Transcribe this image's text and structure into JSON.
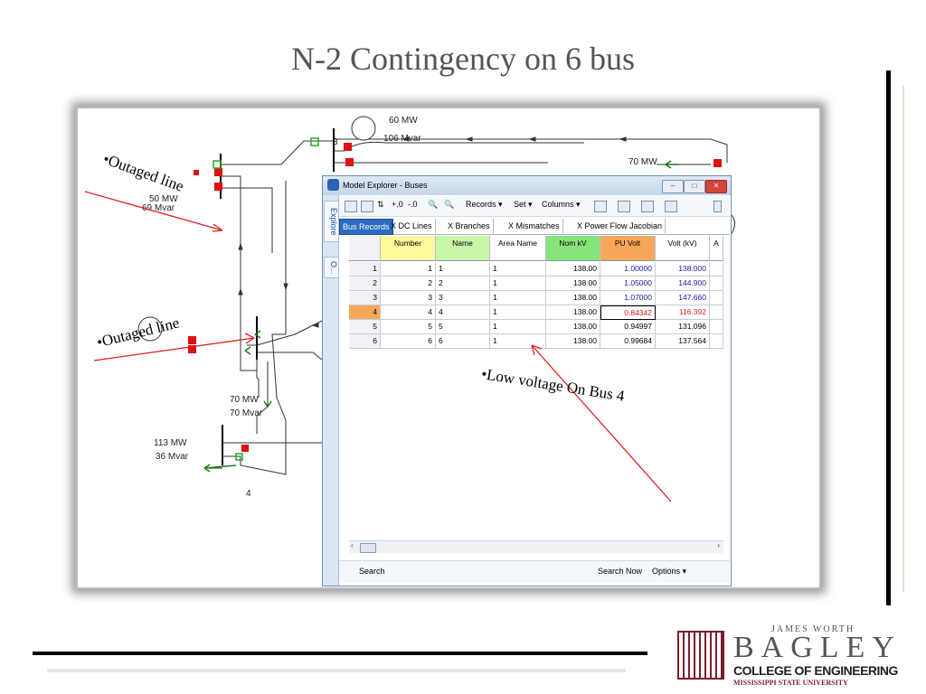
{
  "slide": {
    "title": "N-2 Contingency on 6 bus"
  },
  "annotations": {
    "outaged_line_1": "•Outaged line",
    "outaged_line_2": "•Outaged line",
    "low_voltage": "•Low voltage On Bus 4"
  },
  "diagram": {
    "gen_top_mw": "60 MW",
    "gen_top_mvar": "106 Mvar",
    "bus3_label": "3",
    "load_right_mw": "70 MW",
    "load_left_mw": "50 MW",
    "load_left_mvar": "69 Mvar",
    "load_mid_mw": "70 MW",
    "load_mid_mvar": "70 Mvar",
    "load_bottom_mw": "113 MW",
    "load_bottom_mvar": "36 Mvar",
    "bus4_label": "4"
  },
  "window": {
    "title": "Model Explorer - Buses",
    "side_tab_explore": "Explore",
    "side_tab_other": "O...",
    "toolbar": {
      "records": "Records ▾",
      "set": "Set ▾",
      "columns": "Columns ▾"
    },
    "tabs": [
      "Bus Records",
      "X  DC Lines",
      "X  Branches",
      "X  Mismatches",
      "X  Power Flow Jacobian"
    ],
    "search_label": "Search",
    "search_now": "Search Now",
    "options": "Options ▾"
  },
  "table": {
    "columns": [
      "Number",
      "Name",
      "Area Name",
      "Nom kV",
      "PU Volt",
      "Volt (kV)",
      "A"
    ],
    "rows": [
      {
        "row": "1",
        "number": "1",
        "name": "1",
        "area": "1",
        "nomkv": "138.00",
        "puvolt": "1.00000",
        "voltkv": "138.000"
      },
      {
        "row": "2",
        "number": "2",
        "name": "2",
        "area": "1",
        "nomkv": "138.00",
        "puvolt": "1.05000",
        "voltkv": "144.900"
      },
      {
        "row": "3",
        "number": "3",
        "name": "3",
        "area": "1",
        "nomkv": "138.00",
        "puvolt": "1.07000",
        "voltkv": "147.660"
      },
      {
        "row": "4",
        "number": "4",
        "name": "4",
        "area": "1",
        "nomkv": "138.00",
        "puvolt": "0.84342",
        "voltkv": "116.392"
      },
      {
        "row": "5",
        "number": "5",
        "name": "5",
        "area": "1",
        "nomkv": "138.00",
        "puvolt": "0.94997",
        "voltkv": "131.096"
      },
      {
        "row": "6",
        "number": "6",
        "name": "6",
        "area": "1",
        "nomkv": "138.00",
        "puvolt": "0.99684",
        "voltkv": "137.564"
      }
    ]
  },
  "logo": {
    "line1": "JAMES WORTH",
    "line2": "BAGLEY",
    "line3": "COLLEGE OF ENGINEERING",
    "line4": "MISSISSIPPI STATE UNIVERSITY"
  },
  "colors": {
    "header_number": "#fff99a",
    "header_name": "#c8f5a6",
    "header_nomkv": "#86e57a",
    "header_puvolt": "#f9a65a",
    "selected_row": "#f9a65a",
    "low_voltage_text": "#d22020",
    "value_blue": "#1a1aa8",
    "annotation_arrow": "#e02020",
    "logo_maroon": "#7b1e2b"
  }
}
